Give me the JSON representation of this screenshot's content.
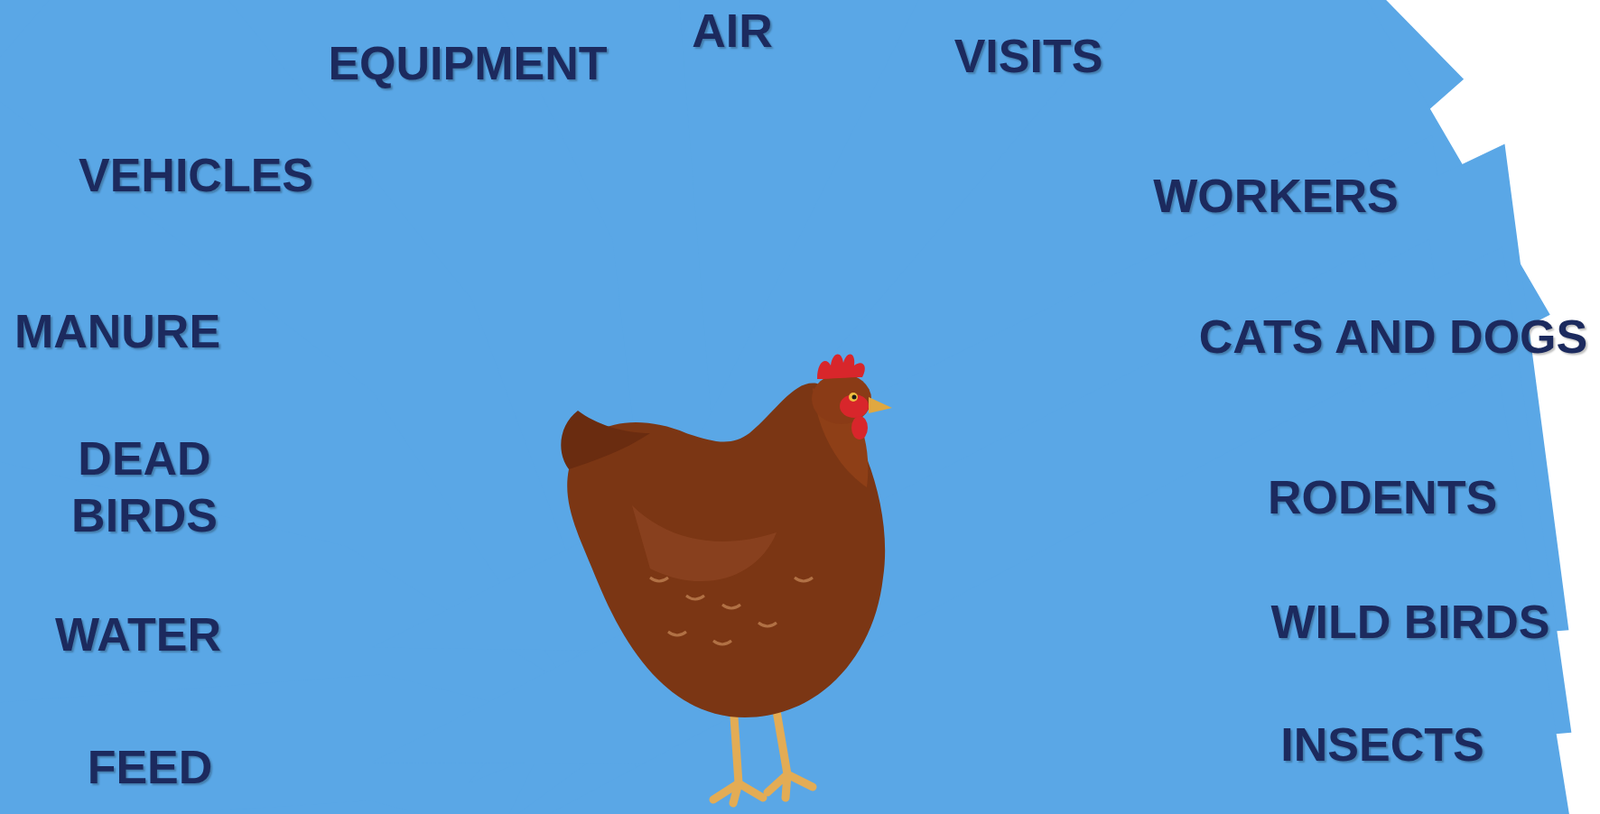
{
  "diagram": {
    "labels": [
      "AIR",
      "EQUIPMENT",
      "VISITS",
      "VEHICLES",
      "WORKERS",
      "MANURE",
      "CATS AND DOGS",
      "DEAD BIRDS",
      "RODENTS",
      "WATER",
      "WILD BIRDS",
      "FEED",
      "INSECTS"
    ]
  }
}
